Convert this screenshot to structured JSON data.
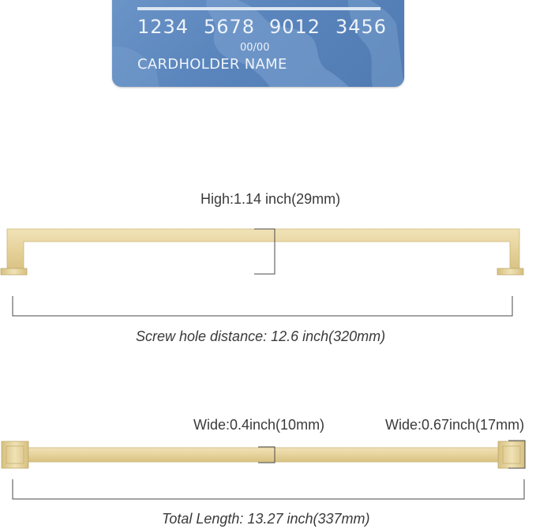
{
  "card": {
    "number_groups": [
      "1234",
      "5678",
      "9012",
      "3456"
    ],
    "expiry": "00/00",
    "holder": "CARDHOLDER NAME"
  },
  "dimensions": {
    "height_label": "High:1.14 inch(29mm)",
    "screw_distance_label": "Screw hole distance: 12.6 inch(320mm)",
    "wide_bar_label": "Wide:0.4inch(10mm)",
    "wide_base_label": "Wide:0.67inch(17mm)",
    "total_length_label": "Total Length: 13.27 inch(337mm)"
  },
  "colors": {
    "card_blue": "#5b86bd",
    "brass": "#e8d6a3",
    "brass_dark": "#c9b47a",
    "line": "#4a4a4a"
  }
}
